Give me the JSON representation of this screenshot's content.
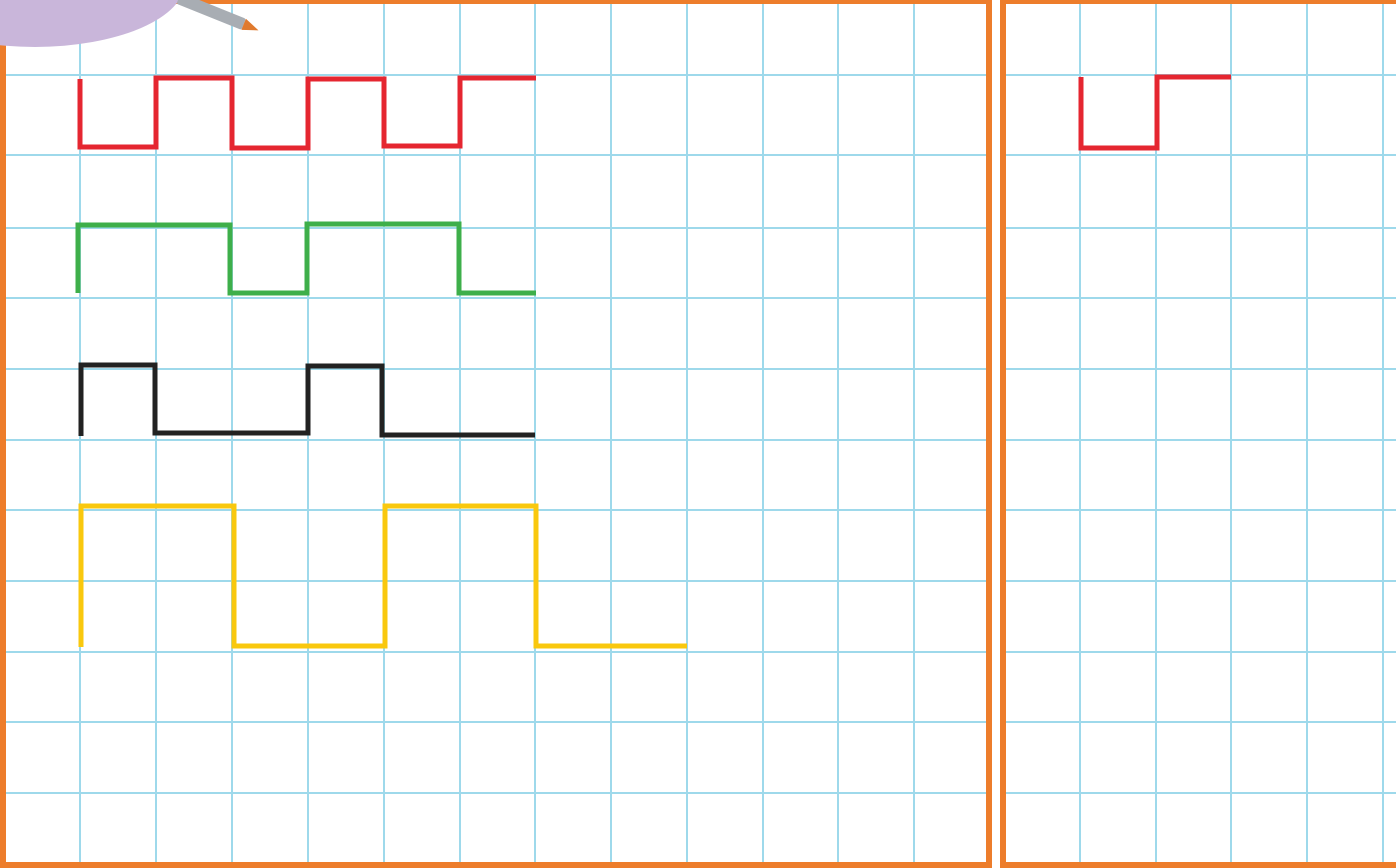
{
  "colors": {
    "frame": "#ED7D2B",
    "grid": "#9ED9EB",
    "badge": "#C9B6DA",
    "pencil": "#A8ADB3",
    "pencil_tip": "#E07A2E"
  },
  "worksheet": {
    "example_panel": {
      "columns": 13,
      "rows": 12,
      "patterns": [
        {
          "name": "red-square-wave",
          "color": "#E52630",
          "cell_steps": "square-1"
        },
        {
          "name": "green-square-wave",
          "color": "#3EAF4A",
          "cell_steps": "square-2-1"
        },
        {
          "name": "black-square-wave",
          "color": "#222222",
          "cell_steps": "square-1-2"
        },
        {
          "name": "yellow-square-wave",
          "color": "#F9C80E",
          "cell_steps": "square-2-2"
        }
      ]
    },
    "practice_panel": {
      "columns": 5,
      "rows": 12,
      "start_pattern": {
        "name": "red-start-trace",
        "color": "#E52630"
      }
    }
  }
}
